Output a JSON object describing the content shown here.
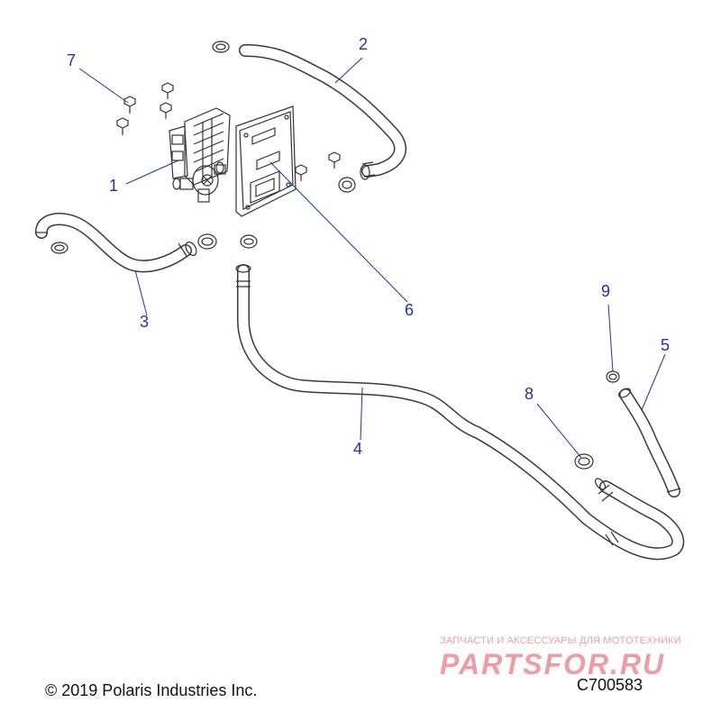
{
  "callouts": [
    {
      "id": "1",
      "label": "1"
    },
    {
      "id": "2",
      "label": "2"
    },
    {
      "id": "3",
      "label": "3"
    },
    {
      "id": "4",
      "label": "4"
    },
    {
      "id": "5",
      "label": "5"
    },
    {
      "id": "6",
      "label": "6"
    },
    {
      "id": "7",
      "label": "7"
    },
    {
      "id": "8",
      "label": "8"
    },
    {
      "id": "9",
      "label": "9"
    }
  ],
  "footer": {
    "copyright": "© 2019 Polaris Industries Inc.",
    "diagram_code": "C700583"
  },
  "watermark": {
    "tagline": "ЗАПЧАСТИ И АКСЕССУАРЫ ДЛЯ МОТОТЕХНИКИ",
    "logo_text": "PARTSFOR.RU"
  },
  "colors": {
    "callout": "#1f33a8",
    "line_art": "#333333",
    "watermark": "#e04a5a"
  }
}
